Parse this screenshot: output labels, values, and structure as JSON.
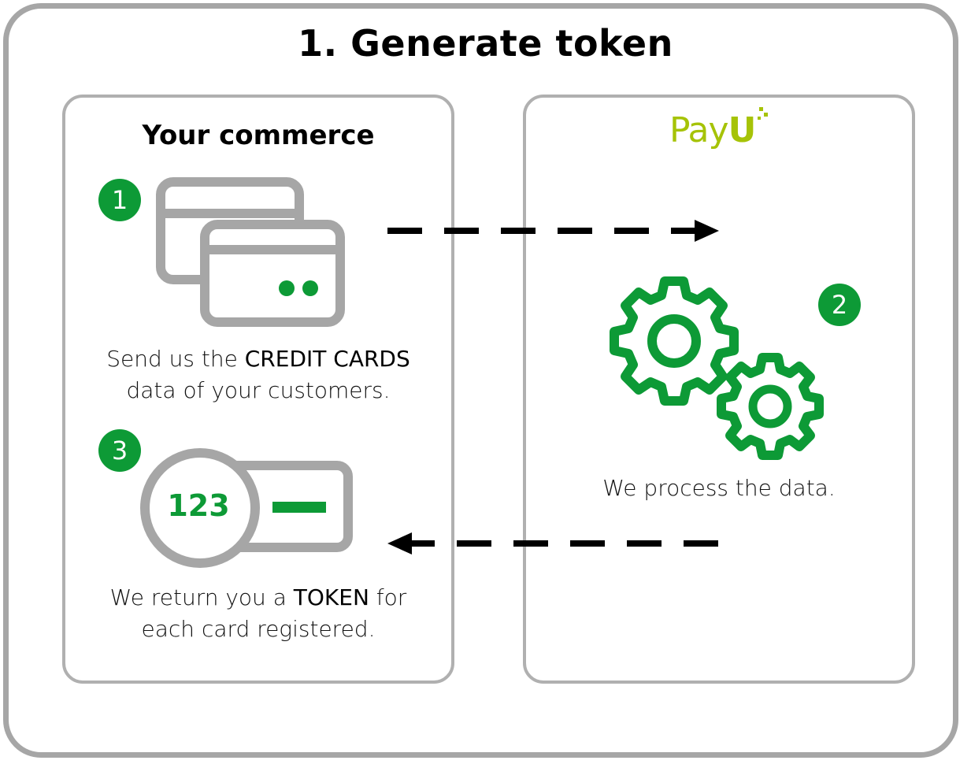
{
  "title": "1. Generate token",
  "left_panel": {
    "title": "Your commerce",
    "step1": {
      "badge": "1",
      "text_prefix": "Send us the ",
      "text_bold": "CREDIT CARDS",
      "text_suffix": "data of your customers."
    },
    "step3": {
      "badge": "3",
      "token_number": "123",
      "text_prefix": "We return you a ",
      "text_bold": "TOKEN",
      "text_mid": " for",
      "text_suffix": "each card registered."
    }
  },
  "right_panel": {
    "logo_text": "Pay",
    "logo_u": "U",
    "step2": {
      "badge": "2",
      "text": "We process the data."
    }
  },
  "colors": {
    "green": "#0d9a36",
    "gray": "#a6a6a6",
    "payu": "#a6c307"
  }
}
